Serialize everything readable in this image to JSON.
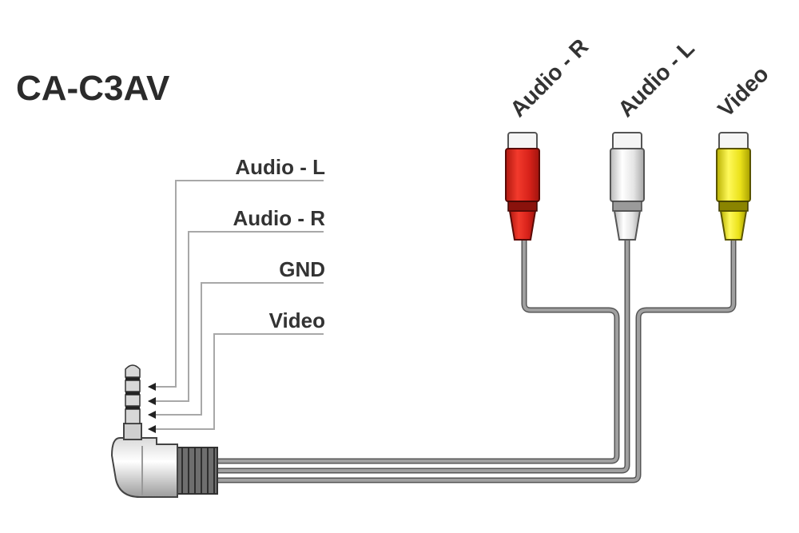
{
  "title": "CA-C3AV",
  "pins": [
    {
      "label": "Audio - L"
    },
    {
      "label": "Audio - R"
    },
    {
      "label": "GND"
    },
    {
      "label": "Video"
    }
  ],
  "connectors": [
    {
      "label": "Audio - R",
      "color_name": "red",
      "color": "#e8231c"
    },
    {
      "label": "Audio - L",
      "color_name": "white",
      "color": "#f2f2f2"
    },
    {
      "label": "Video",
      "color_name": "yellow",
      "color": "#f2ec1a"
    }
  ],
  "colors": {
    "cable": "#9a9a9a",
    "cable_outline": "#555555",
    "leader_line": "#aaaaaa",
    "text": "#333333"
  }
}
